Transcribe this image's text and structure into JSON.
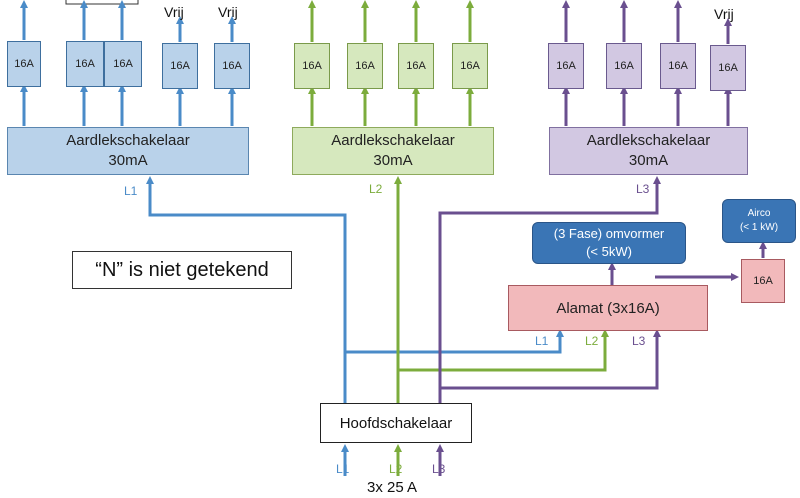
{
  "colors": {
    "blue": "#4a8bc8",
    "green": "#7cac3c",
    "purple": "#6a4f8f"
  },
  "groups": {
    "blue": {
      "rcd_line1": "Aardlekschakelaar",
      "rcd_line2": "30mA",
      "phase": "L1",
      "breakers": [
        "16A",
        "16A",
        "16A",
        "16A",
        "16A"
      ],
      "spare_labels": [
        "Vrij",
        "Vrij"
      ]
    },
    "green": {
      "rcd_line1": "Aardlekschakelaar",
      "rcd_line2": "30mA",
      "phase": "L2",
      "breakers": [
        "16A",
        "16A",
        "16A",
        "16A"
      ]
    },
    "purple": {
      "rcd_line1": "Aardlekschakelaar",
      "rcd_line2": "30mA",
      "phase": "L3",
      "breakers": [
        "16A",
        "16A",
        "16A",
        "16A"
      ],
      "spare_labels": [
        "Vrij"
      ]
    }
  },
  "note": "“N” is niet getekend",
  "inverter": {
    "line1": "(3 Fase) omvormer",
    "line2": "(< 5kW)"
  },
  "airco": {
    "line1": "Airco",
    "line2": "(< 1 kW)"
  },
  "airco_breaker": "16A",
  "alamat": {
    "label": "Alamat (3x16A)",
    "phases": [
      "L1",
      "L2",
      "L3"
    ]
  },
  "main_switch": {
    "label": "Hoofdschakelaar",
    "phases": [
      "L1",
      "L2",
      "L3"
    ]
  },
  "supply": "3x 25 A"
}
